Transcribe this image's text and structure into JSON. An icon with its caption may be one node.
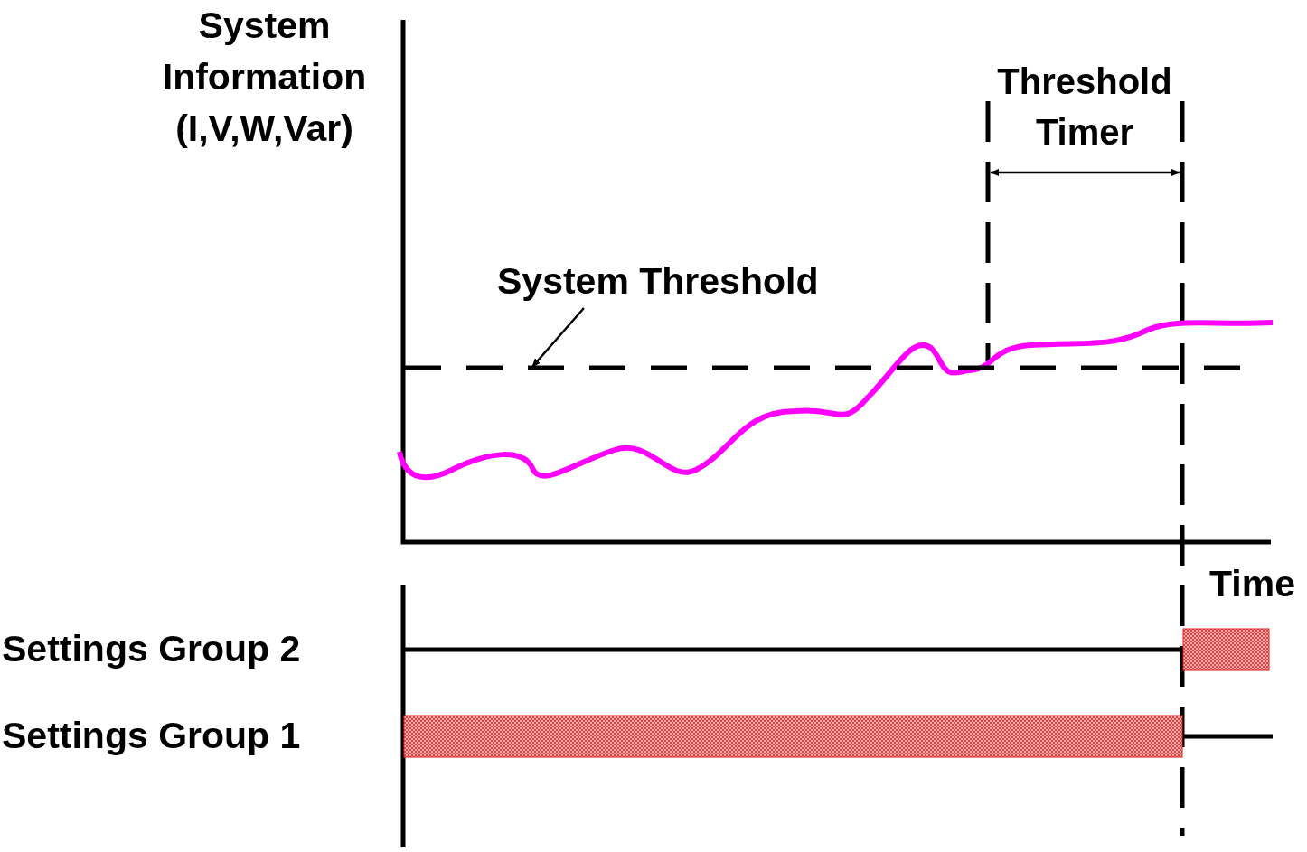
{
  "diagram": {
    "nodes": [
      {
        "text": [
          "System Threshold"
        ]
      },
      {
        "text": [],
        "shape": "line"
      }
    ],
    "edges": [
      {
        "from": 0,
        "to": 1,
        "arrow": "to"
      }
    ],
    "labels": [
      "System Information (I,V,W,Var)",
      "Threshold Timer",
      "Time",
      "Settings Group 2",
      "Settings Group 1"
    ]
  }
}
